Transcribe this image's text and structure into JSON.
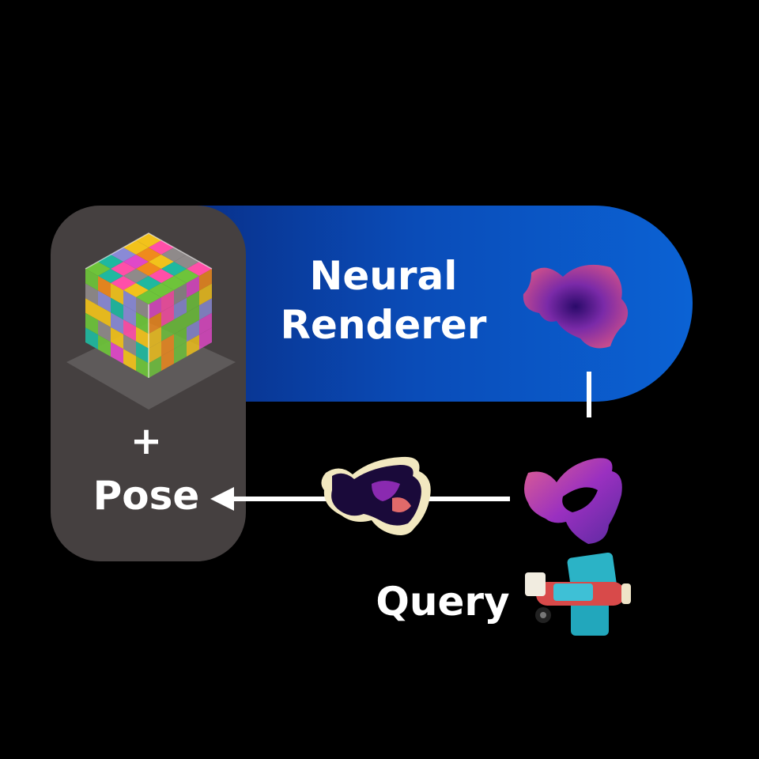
{
  "diagram": {
    "renderer": {
      "line1": "Neural",
      "line2": "Renderer"
    },
    "model": {
      "plus": "+",
      "pose": "Pose"
    },
    "query": {
      "label": "Query"
    },
    "colors": {
      "background": "#000000",
      "renderer_band_start": "#0a2f8a",
      "renderer_band_end": "#0b5fd0",
      "model_panel": "#454040",
      "arrow": "#ffffff"
    }
  }
}
